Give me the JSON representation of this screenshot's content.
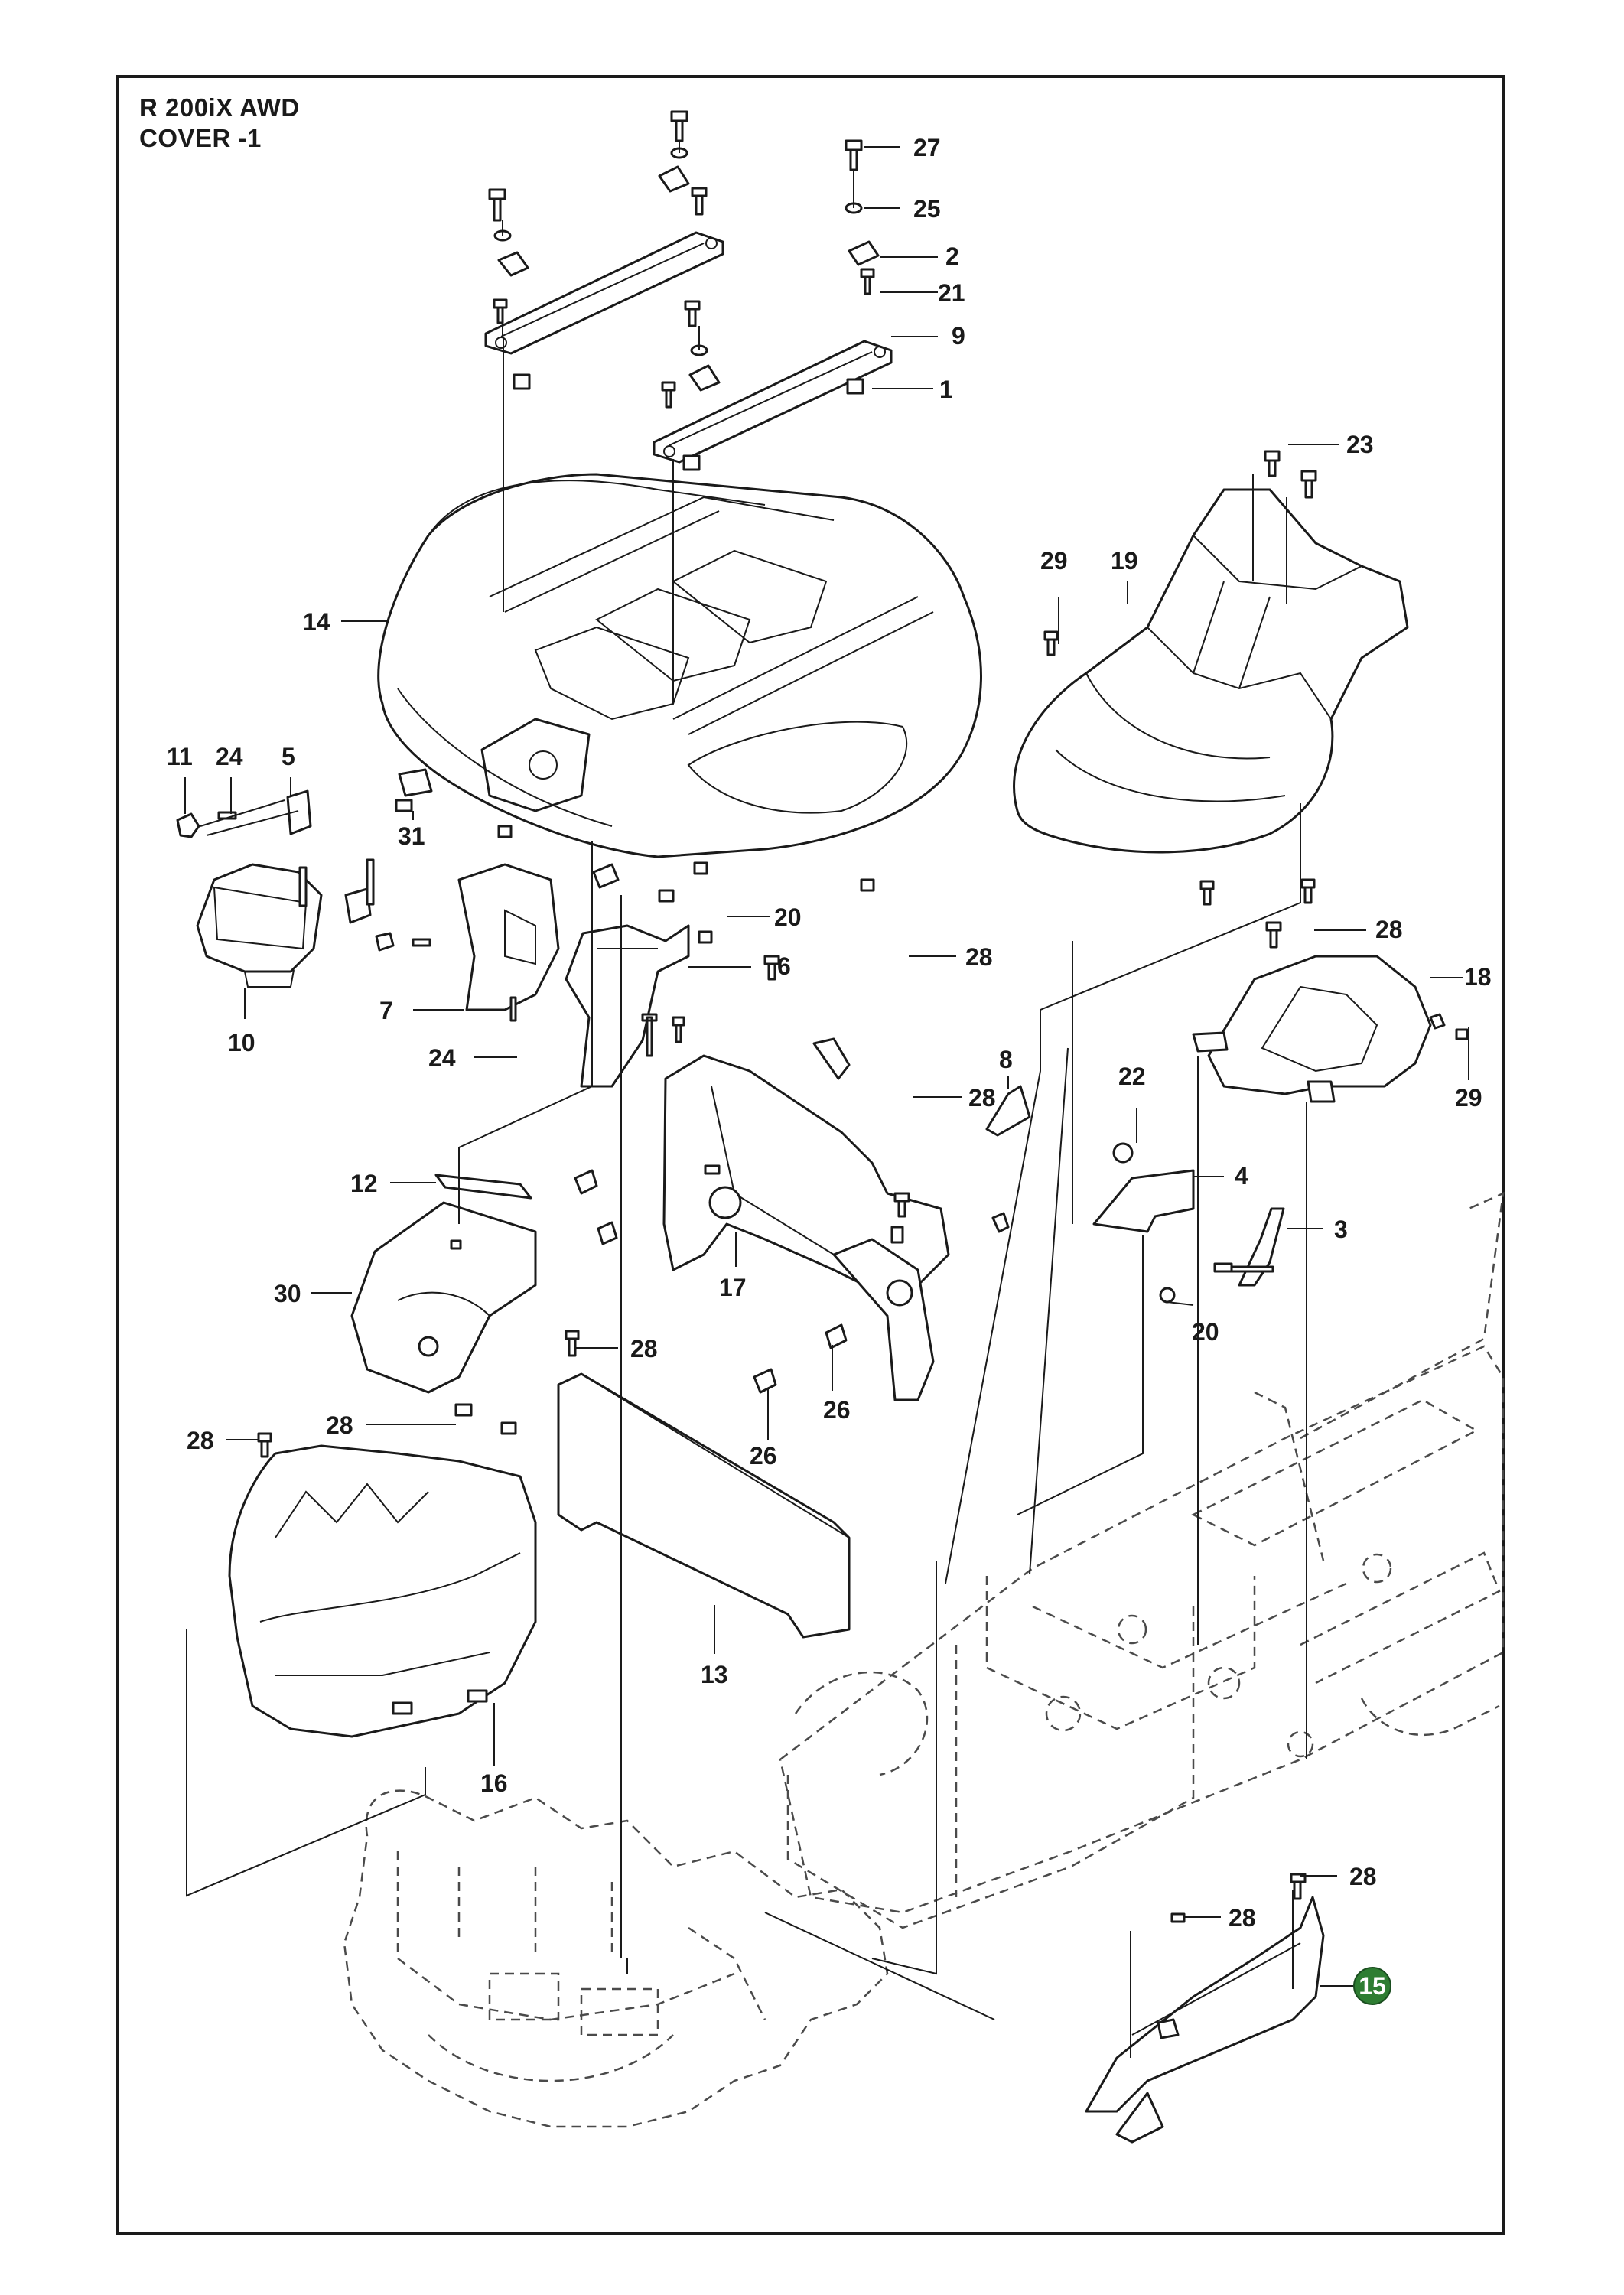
{
  "header": {
    "model": "R 200iX AWD",
    "section": "COVER -1"
  },
  "colors": {
    "line": "#1a1a1a",
    "badge_fill": "#2e7d32",
    "badge_text": "#ffffff",
    "background": "#ffffff"
  },
  "callouts": [
    {
      "id": "c27a",
      "label": "27"
    },
    {
      "id": "c25",
      "label": "25"
    },
    {
      "id": "c2",
      "label": "2"
    },
    {
      "id": "c21",
      "label": "21"
    },
    {
      "id": "c9",
      "label": "9"
    },
    {
      "id": "c1",
      "label": "1"
    },
    {
      "id": "c23",
      "label": "23"
    },
    {
      "id": "c29a",
      "label": "29"
    },
    {
      "id": "c19",
      "label": "19"
    },
    {
      "id": "c14",
      "label": "14"
    },
    {
      "id": "c11",
      "label": "11"
    },
    {
      "id": "c24a",
      "label": "24"
    },
    {
      "id": "c5",
      "label": "5"
    },
    {
      "id": "c31",
      "label": "31"
    },
    {
      "id": "c28a",
      "label": "28"
    },
    {
      "id": "c20a",
      "label": "20"
    },
    {
      "id": "c28b",
      "label": "28"
    },
    {
      "id": "c18",
      "label": "18"
    },
    {
      "id": "c6",
      "label": "6"
    },
    {
      "id": "c7",
      "label": "7"
    },
    {
      "id": "c10",
      "label": "10"
    },
    {
      "id": "c24b",
      "label": "24"
    },
    {
      "id": "c29b",
      "label": "29"
    },
    {
      "id": "c8",
      "label": "8"
    },
    {
      "id": "c28c",
      "label": "28"
    },
    {
      "id": "c22",
      "label": "22"
    },
    {
      "id": "c4",
      "label": "4"
    },
    {
      "id": "c12",
      "label": "12"
    },
    {
      "id": "c3",
      "label": "3"
    },
    {
      "id": "c30",
      "label": "30"
    },
    {
      "id": "c17",
      "label": "17"
    },
    {
      "id": "c20b",
      "label": "20"
    },
    {
      "id": "c28d",
      "label": "28"
    },
    {
      "id": "c26a",
      "label": "26"
    },
    {
      "id": "c26b",
      "label": "26"
    },
    {
      "id": "c28e",
      "label": "28"
    },
    {
      "id": "c28f",
      "label": "28"
    },
    {
      "id": "c13",
      "label": "13"
    },
    {
      "id": "c16",
      "label": "16"
    },
    {
      "id": "c28g",
      "label": "28"
    },
    {
      "id": "c28h",
      "label": "28"
    }
  ],
  "highlighted": {
    "label": "15"
  }
}
